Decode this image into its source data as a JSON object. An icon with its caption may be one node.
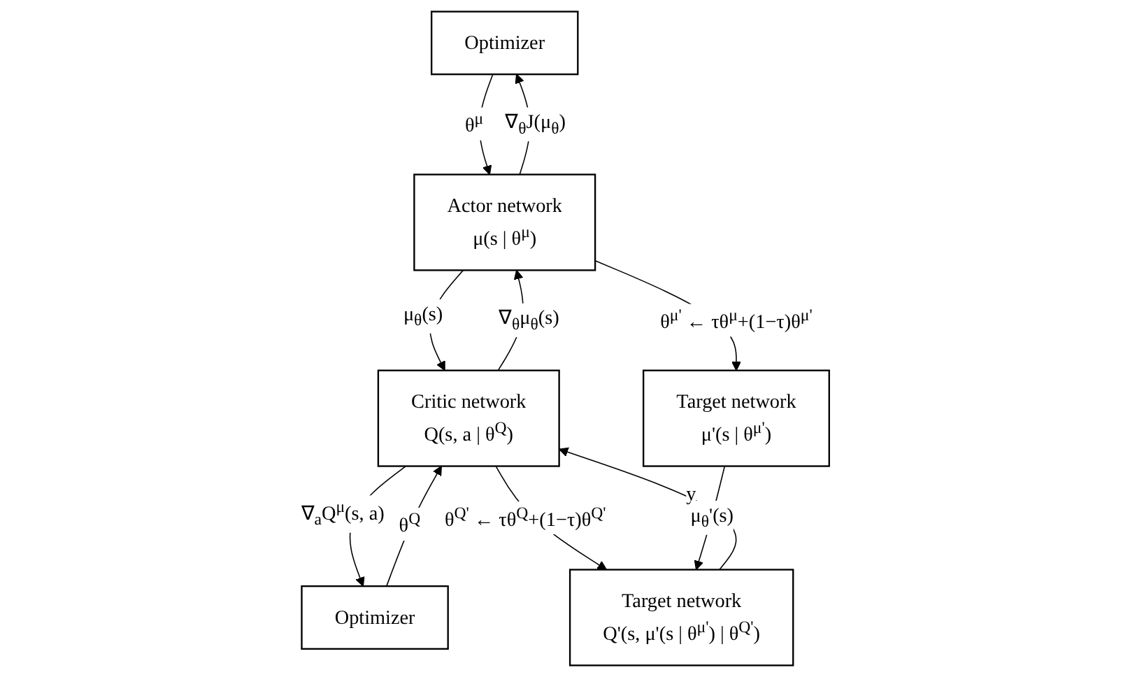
{
  "diagram": {
    "nodes": [
      {
        "text": [
          "Optimizer"
        ]
      },
      {
        "text": [
          "Optimizer"
        ]
      },
      {
        "text": [
          "Actor network",
          "μ(s | θ$^{μ}$)"
        ]
      },
      {
        "text": [
          "Critic network",
          "Q(s, a | θ$^{Q}$)"
        ]
      },
      {
        "text": [
          "Target network",
          "μ'(s | θ$^{μ'}$)"
        ]
      },
      {
        "text": [
          "Target network",
          "Q'(s, μ'(s | θ$^{μ'}$) | θ$^{Q'}$)"
        ]
      }
    ],
    "edges": [
      {
        "from": 0,
        "to": 2,
        "arrow": "to",
        "label": "θ$^{μ}$"
      },
      {
        "from": 2,
        "to": 0,
        "arrow": "to",
        "label": "∇$_{θ}$J(μ$_{θ}$)"
      },
      {
        "from": 1,
        "to": 3,
        "arrow": "to",
        "label": "θ$^{Q}$"
      },
      {
        "from": 3,
        "to": 1,
        "arrow": "to",
        "label": "∇$_{a}$Q$^{μ}$(s, a)"
      },
      {
        "from": 2,
        "to": 3,
        "arrow": "to",
        "label": "μ$_{θ}$(s)"
      },
      {
        "from": 3,
        "to": 2,
        "arrow": "to",
        "label": "∇$_{θ}$μ$_{θ}$(s)"
      },
      {
        "from": 2,
        "to": 4,
        "arrow": "to",
        "label": "θ$^{μ'}$ ← τθ$^{μ}$+(1−τ)θ$^{μ'}$"
      },
      {
        "from": 5,
        "to": 3,
        "arrow": "to",
        "label": "y"
      },
      {
        "from": 3,
        "to": 5,
        "arrow": "to",
        "label": "θ$^{Q'}$ ← τθ$^{Q}$+(1−τ)θ$^{Q'}$"
      },
      {
        "from": 4,
        "to": 5,
        "arrow": "to",
        "label": "μ$_{θ}$'(s)"
      }
    ]
  }
}
